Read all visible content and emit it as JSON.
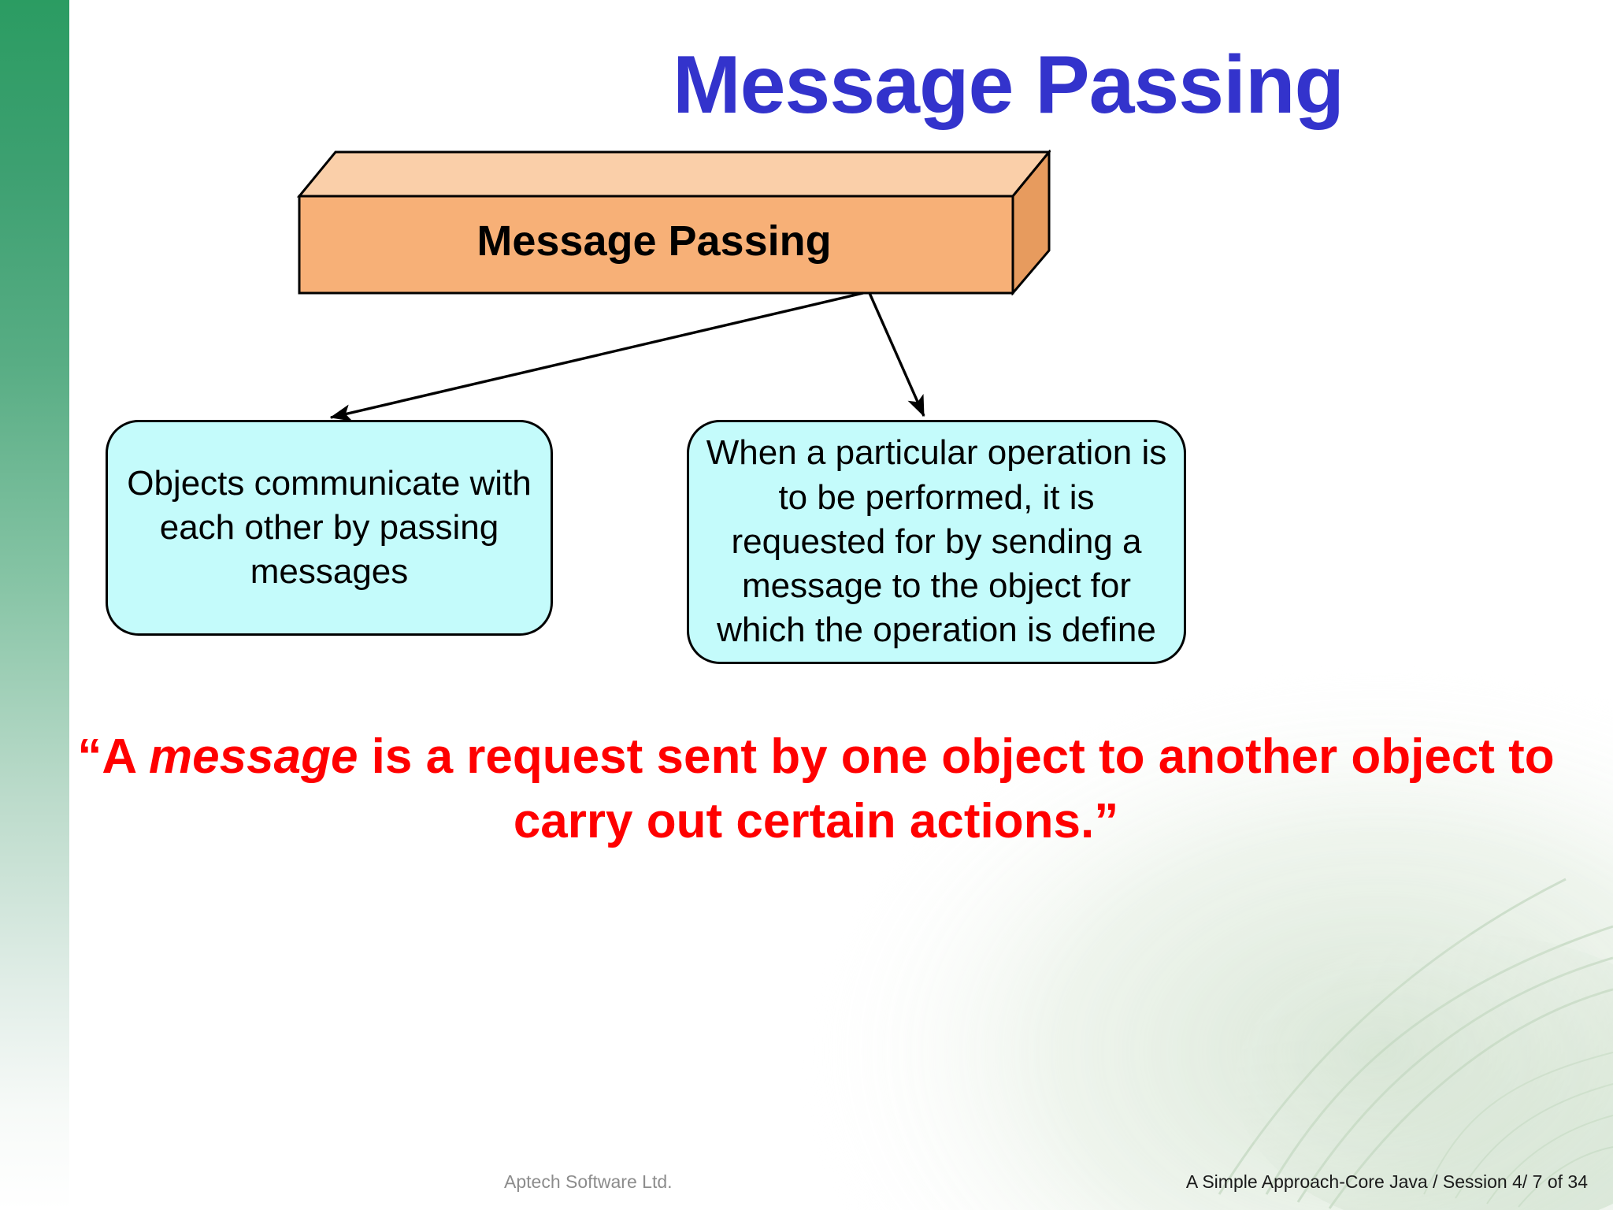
{
  "slide": {
    "title": "Message Passing",
    "title_color": "#3333CC",
    "background_color": "#FFFFFF"
  },
  "root_box": {
    "label": "Message Passing",
    "front_color": "#F7B077",
    "top_color": "#FACFA9",
    "side_color": "#E79B5E",
    "border_color": "#000000"
  },
  "child_boxes": [
    {
      "name": "objects-communicate",
      "text": "Objects communicate with each other by passing messages",
      "fill_color": "#C4FBFB",
      "border_color": "#000000"
    },
    {
      "name": "operation-request",
      "text": "When a particular operation is to be performed, it is requested for by sending a message to the object for which the operation is define",
      "fill_color": "#C4FBFB",
      "border_color": "#000000"
    }
  ],
  "connectors": [
    {
      "name": "arrow-to-left-box",
      "from": "root_box",
      "to": "objects-communicate"
    },
    {
      "name": "arrow-to-right-box",
      "from": "root_box",
      "to": "operation-request"
    }
  ],
  "quote": {
    "open_mark": "“",
    "part1": "A ",
    "emphasis": "message",
    "part2": " is a request sent by one object to another object to carry out certain actions.",
    "close_mark": "”",
    "color": "#FF0000"
  },
  "footer": {
    "left": "Aptech Software Ltd.",
    "right": "A Simple Approach-Core Java / Session 4/ 7 of 34"
  },
  "decor": {
    "left_strip_top_color": "#2B9C62",
    "left_strip_bottom_color": "#FFFFFF"
  }
}
